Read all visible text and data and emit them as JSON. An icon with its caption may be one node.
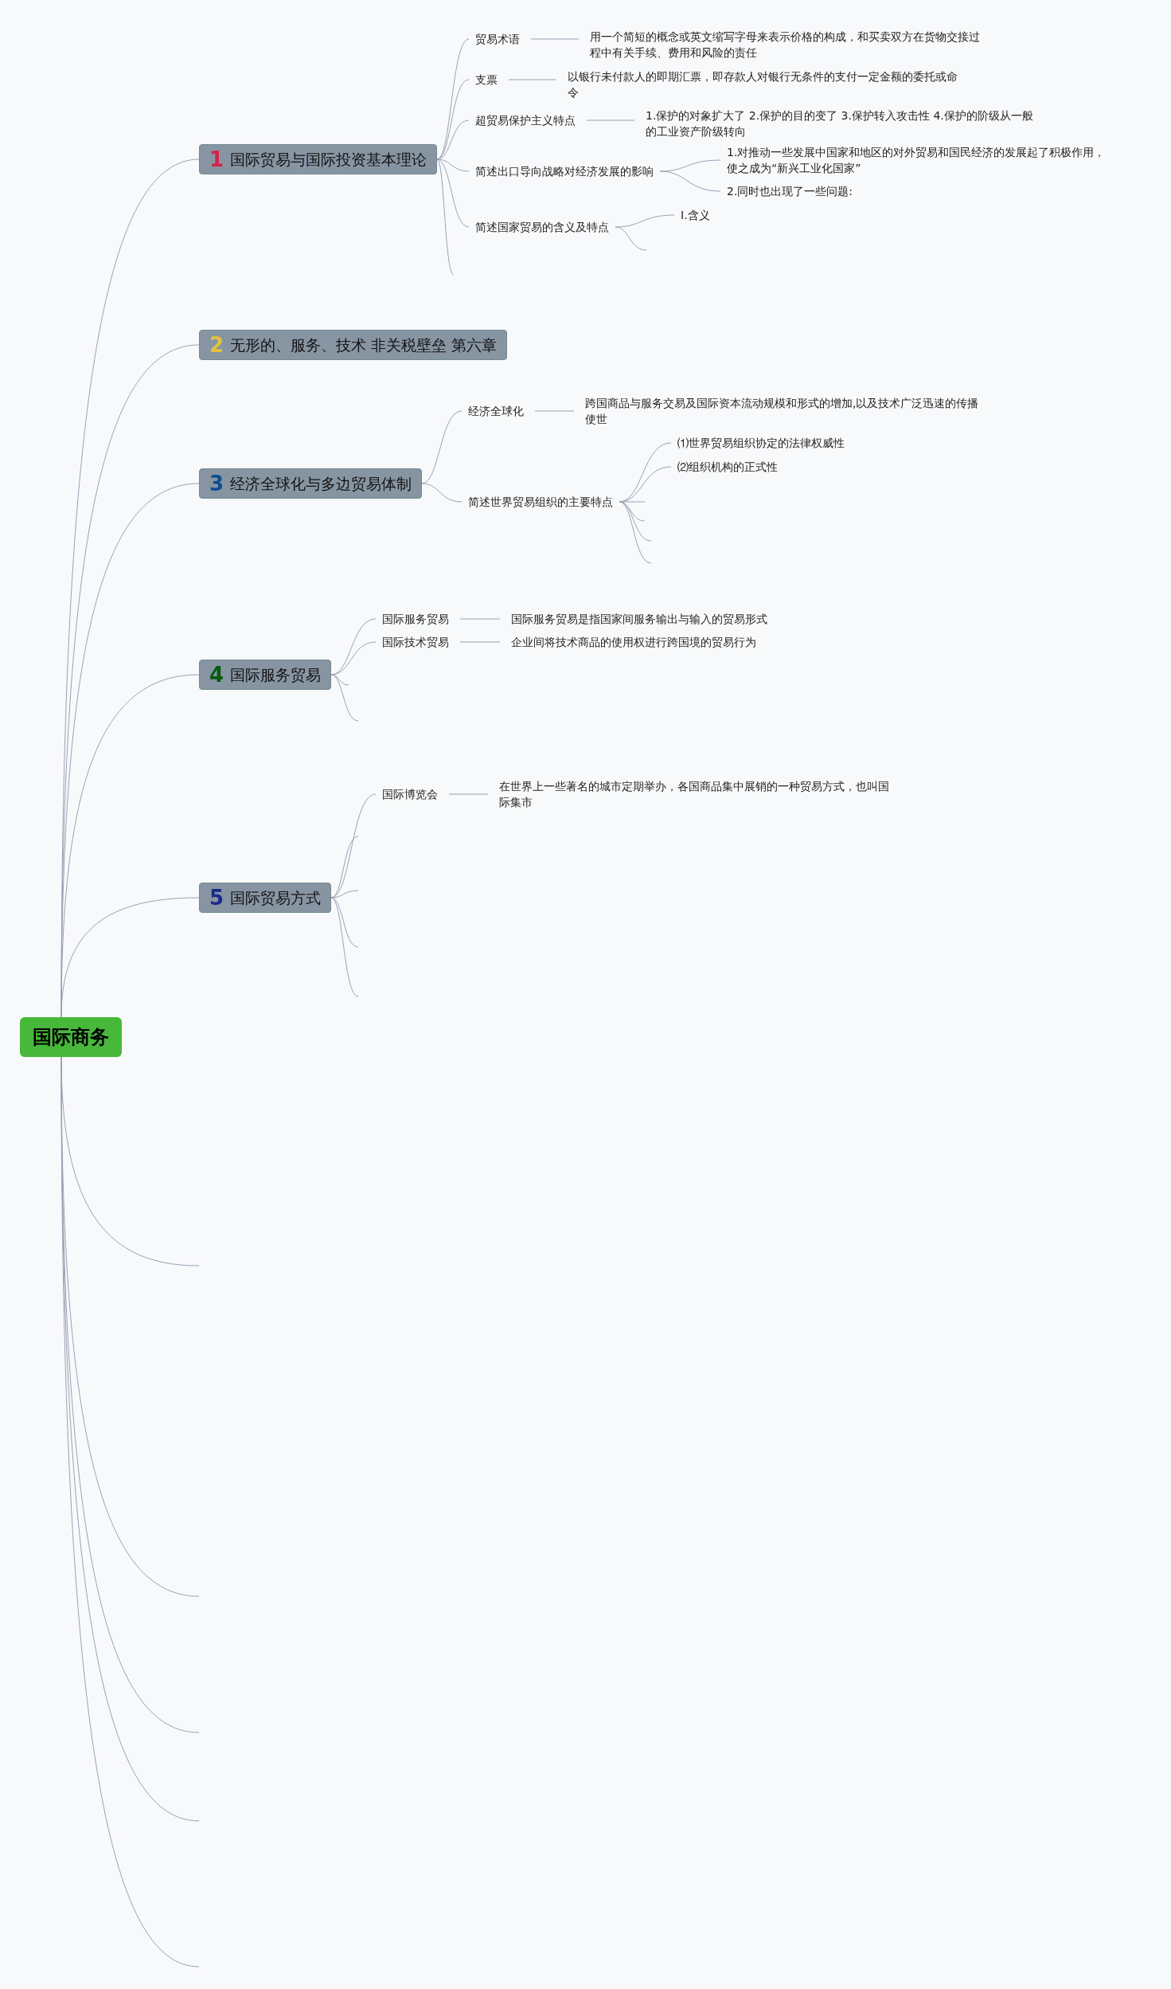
{
  "diagram": {
    "nodes": [
      {
        "text": [
          "国际商务"
        ]
      },
      {
        "text": [
          "1",
          "国际贸易与国际投资基本理论"
        ]
      },
      {
        "text": [
          "贸易术语"
        ]
      },
      {
        "text": [
          "用一个简短的概念或英文缩写字母来表示价格的构成，和买卖双方在货物交接过程中有关手续、费用和风险的责任"
        ]
      },
      {
        "text": [
          "支票"
        ]
      },
      {
        "text": [
          "以银行未付款人的即期汇票，即存款人对银行无条件的支付一定金额的委托或命令"
        ]
      },
      {
        "text": [
          "超贸易保护主义特点"
        ]
      },
      {
        "text": [
          "1.保护的对象扩大了 2.保护的目的变了 3.保护转入攻击性 4.保护的阶级从一般的工业资产阶级转向"
        ]
      },
      {
        "text": [
          "简述出口导向战略对经济发展的影响"
        ]
      },
      {
        "text": [
          "1.对推动一些发展中国家和地区的对外贸易和国民经济的发展起了积极作用，使之成为“新兴工业化国家”"
        ]
      },
      {
        "text": [
          "2.同时也出现了一些问题:"
        ]
      },
      {
        "text": [
          "简述国家贸易的含义及特点"
        ]
      },
      {
        "text": [
          "I.含义"
        ]
      },
      {
        "text": [
          "2",
          "无形的、服务、技术  非关税壁垒  第六章"
        ]
      },
      {
        "text": [
          "3",
          "经济全球化与多边贸易体制"
        ]
      },
      {
        "text": [
          "经济全球化"
        ]
      },
      {
        "text": [
          "跨国商品与服务交易及国际资本流动规模和形式的增加,以及技术广泛迅速的传播使世"
        ]
      },
      {
        "text": [
          "简述世界贸易组织的主要特点"
        ]
      },
      {
        "text": [
          "⑴世界贸易组织协定的法律权威性"
        ]
      },
      {
        "text": [
          "⑵组织机构的正式性"
        ]
      },
      {
        "text": [
          "4",
          "国际服务贸易"
        ]
      },
      {
        "text": [
          "国际服务贸易"
        ]
      },
      {
        "text": [
          "国际服务贸易是指国家间服务输出与输入的贸易形式"
        ]
      },
      {
        "text": [
          "国际技术贸易"
        ]
      },
      {
        "text": [
          "企业间将技术商品的使用权进行跨国境的贸易行为"
        ]
      },
      {
        "text": [
          "5",
          "国际贸易方式"
        ]
      },
      {
        "text": [
          "国际博览会"
        ]
      },
      {
        "text": [
          "在世界上一些著名的城市定期举办，各国商品集中展销的一种贸易方式，也叫国际集市"
        ]
      }
    ],
    "edges": [
      {
        "from": 0,
        "to": 1,
        "arrow": "none"
      },
      {
        "from": 0,
        "to": 13,
        "arrow": "none"
      },
      {
        "from": 0,
        "to": 14,
        "arrow": "none"
      },
      {
        "from": 0,
        "to": 20,
        "arrow": "none"
      },
      {
        "from": 0,
        "to": 25,
        "arrow": "none"
      },
      {
        "from": 0,
        "to": null,
        "arrow": "none"
      },
      {
        "from": 0,
        "to": null,
        "arrow": "none"
      },
      {
        "from": 0,
        "to": null,
        "arrow": "none"
      },
      {
        "from": 0,
        "to": null,
        "arrow": "none"
      },
      {
        "from": 0,
        "to": null,
        "arrow": "none"
      },
      {
        "from": 1,
        "to": 2,
        "arrow": "none"
      },
      {
        "from": 2,
        "to": 3,
        "arrow": "none"
      },
      {
        "from": 1,
        "to": 4,
        "arrow": "none"
      },
      {
        "from": 4,
        "to": 5,
        "arrow": "none"
      },
      {
        "from": 1,
        "to": 6,
        "arrow": "none"
      },
      {
        "from": 6,
        "to": 7,
        "arrow": "none"
      },
      {
        "from": 1,
        "to": 8,
        "arrow": "none"
      },
      {
        "from": 8,
        "to": 9,
        "arrow": "none"
      },
      {
        "from": 8,
        "to": 10,
        "arrow": "none"
      },
      {
        "from": 1,
        "to": 11,
        "arrow": "none"
      },
      {
        "from": 11,
        "to": 12,
        "arrow": "none"
      },
      {
        "from": 11,
        "to": null,
        "arrow": "none"
      },
      {
        "from": 1,
        "to": null,
        "arrow": "none"
      },
      {
        "from": 14,
        "to": 15,
        "arrow": "none"
      },
      {
        "from": 15,
        "to": 16,
        "arrow": "none"
      },
      {
        "from": 14,
        "to": 17,
        "arrow": "none"
      },
      {
        "from": 17,
        "to": 18,
        "arrow": "none"
      },
      {
        "from": 17,
        "to": 19,
        "arrow": "none"
      },
      {
        "from": 17,
        "to": null,
        "arrow": "none"
      },
      {
        "from": 17,
        "to": null,
        "arrow": "none"
      },
      {
        "from": 17,
        "to": null,
        "arrow": "none"
      },
      {
        "from": 17,
        "to": null,
        "arrow": "none"
      },
      {
        "from": 20,
        "to": 21,
        "arrow": "none"
      },
      {
        "from": 21,
        "to": 22,
        "arrow": "none"
      },
      {
        "from": 20,
        "to": 23,
        "arrow": "none"
      },
      {
        "from": 23,
        "to": 24,
        "arrow": "none"
      },
      {
        "from": 20,
        "to": null,
        "arrow": "none"
      },
      {
        "from": 20,
        "to": null,
        "arrow": "none"
      },
      {
        "from": 25,
        "to": 26,
        "arrow": "none"
      },
      {
        "from": 26,
        "to": 27,
        "arrow": "none"
      },
      {
        "from": 25,
        "to": null,
        "arrow": "none"
      },
      {
        "from": 25,
        "to": null,
        "arrow": "none"
      },
      {
        "from": 25,
        "to": null,
        "arrow": "none"
      },
      {
        "from": 25,
        "to": null,
        "arrow": "none"
      }
    ]
  }
}
